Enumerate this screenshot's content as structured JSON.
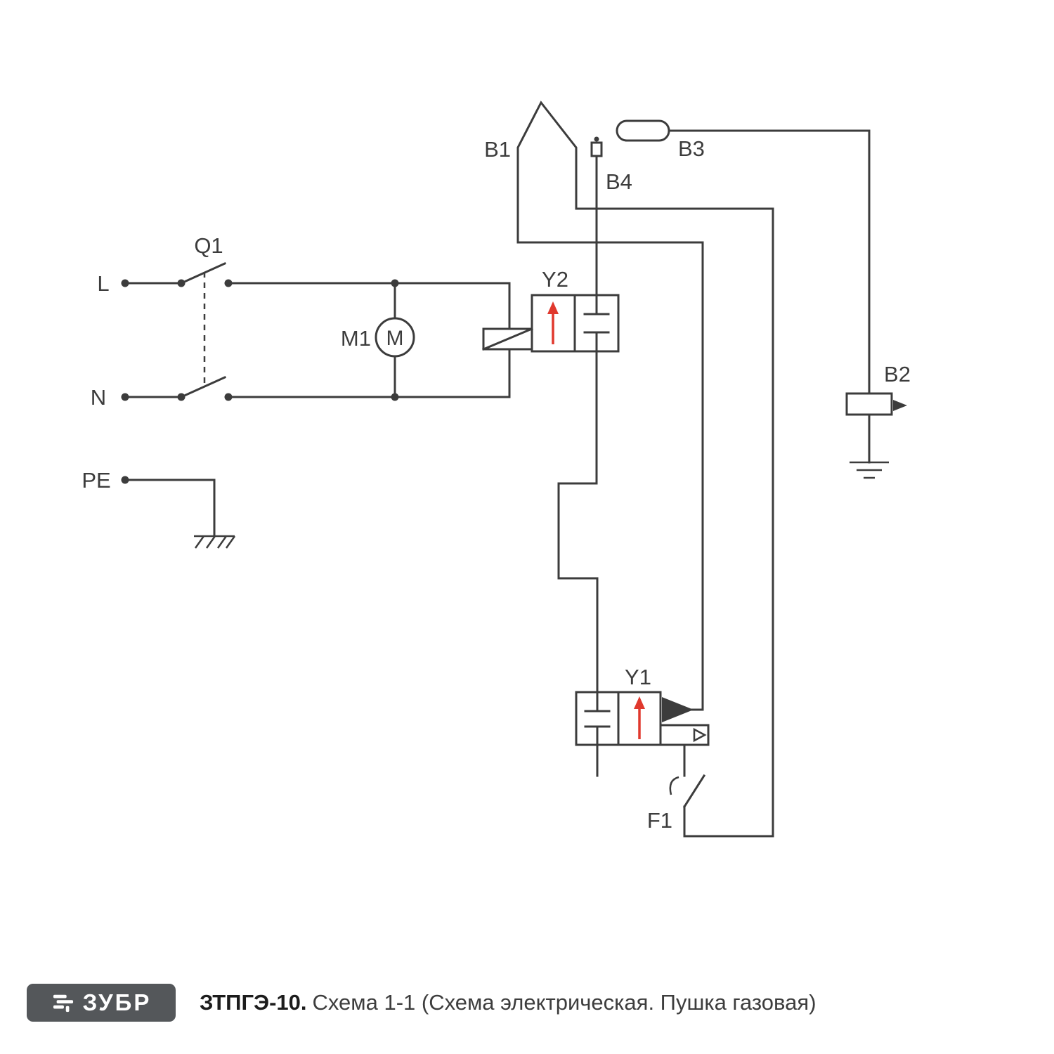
{
  "meta": {
    "colors": {
      "line": "#3c3c3c",
      "accent_red": "#e0382d",
      "brand_bg": "#54575a",
      "brand_text": "#ffffff",
      "caption_text": "#3d3d3d",
      "background": "#ffffff"
    }
  },
  "diagram": {
    "type": "electrical-schematic",
    "labels": {
      "phase": "L",
      "neutral": "N",
      "earth": "PE",
      "switch": "Q1",
      "motor_ref": "М1",
      "motor_letter": "М",
      "valve_top": "Y2",
      "valve_bottom": "Y1",
      "sensor_b1": "B1",
      "sensor_b2": "B2",
      "sensor_b3": "B3",
      "sensor_b4": "B4",
      "thermal_switch": "F1"
    }
  },
  "footer": {
    "brand": "ЗУБР",
    "model": "ЗТПГЭ-10.",
    "caption": "Схема 1-1 (Схема электрическая. Пушка газовая)"
  }
}
